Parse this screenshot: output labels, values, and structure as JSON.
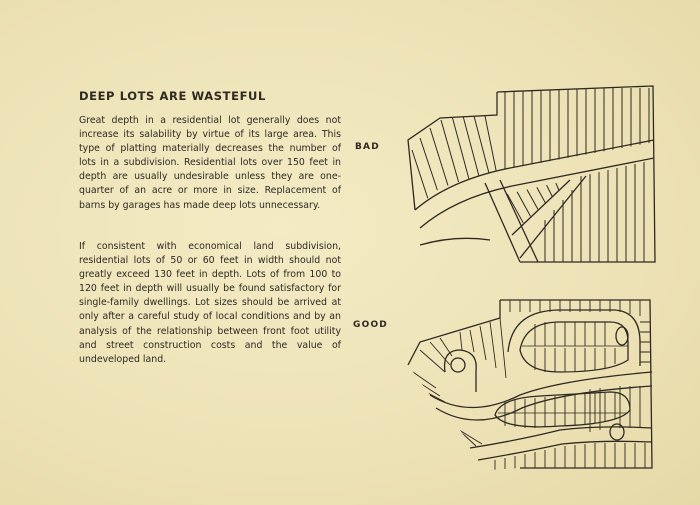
{
  "article": {
    "title": "DEEP LOTS ARE WASTEFUL",
    "paragraph1": "Great depth in a residential lot generally does not increase its salability by virtue of its large area. This type of platting materially decreases the number of lots in a subdivision. Residential lots over 150 feet in depth are usually undesirable unless they are one-quarter of an acre or more in size. Replacement of barns by garages has made deep lots unnecessary.",
    "paragraph2": "If consistent with economical land subdivision, residential lots of 50 or 60 feet in width should not greatly exceed 130 feet in depth. Lots of from 100 to 120 feet in depth will usually be found satisfactory for single-family dwellings. Lot sizes should be arrived at only after a careful study of local conditions and by an analysis of the relationship between front foot utility and street construction costs and the value of undeveloped land."
  },
  "diagrams": {
    "bad_label": "BAD",
    "good_label": "GOOD"
  },
  "colors": {
    "paper": "#efe6bd",
    "ink": "#2e2a22"
  }
}
